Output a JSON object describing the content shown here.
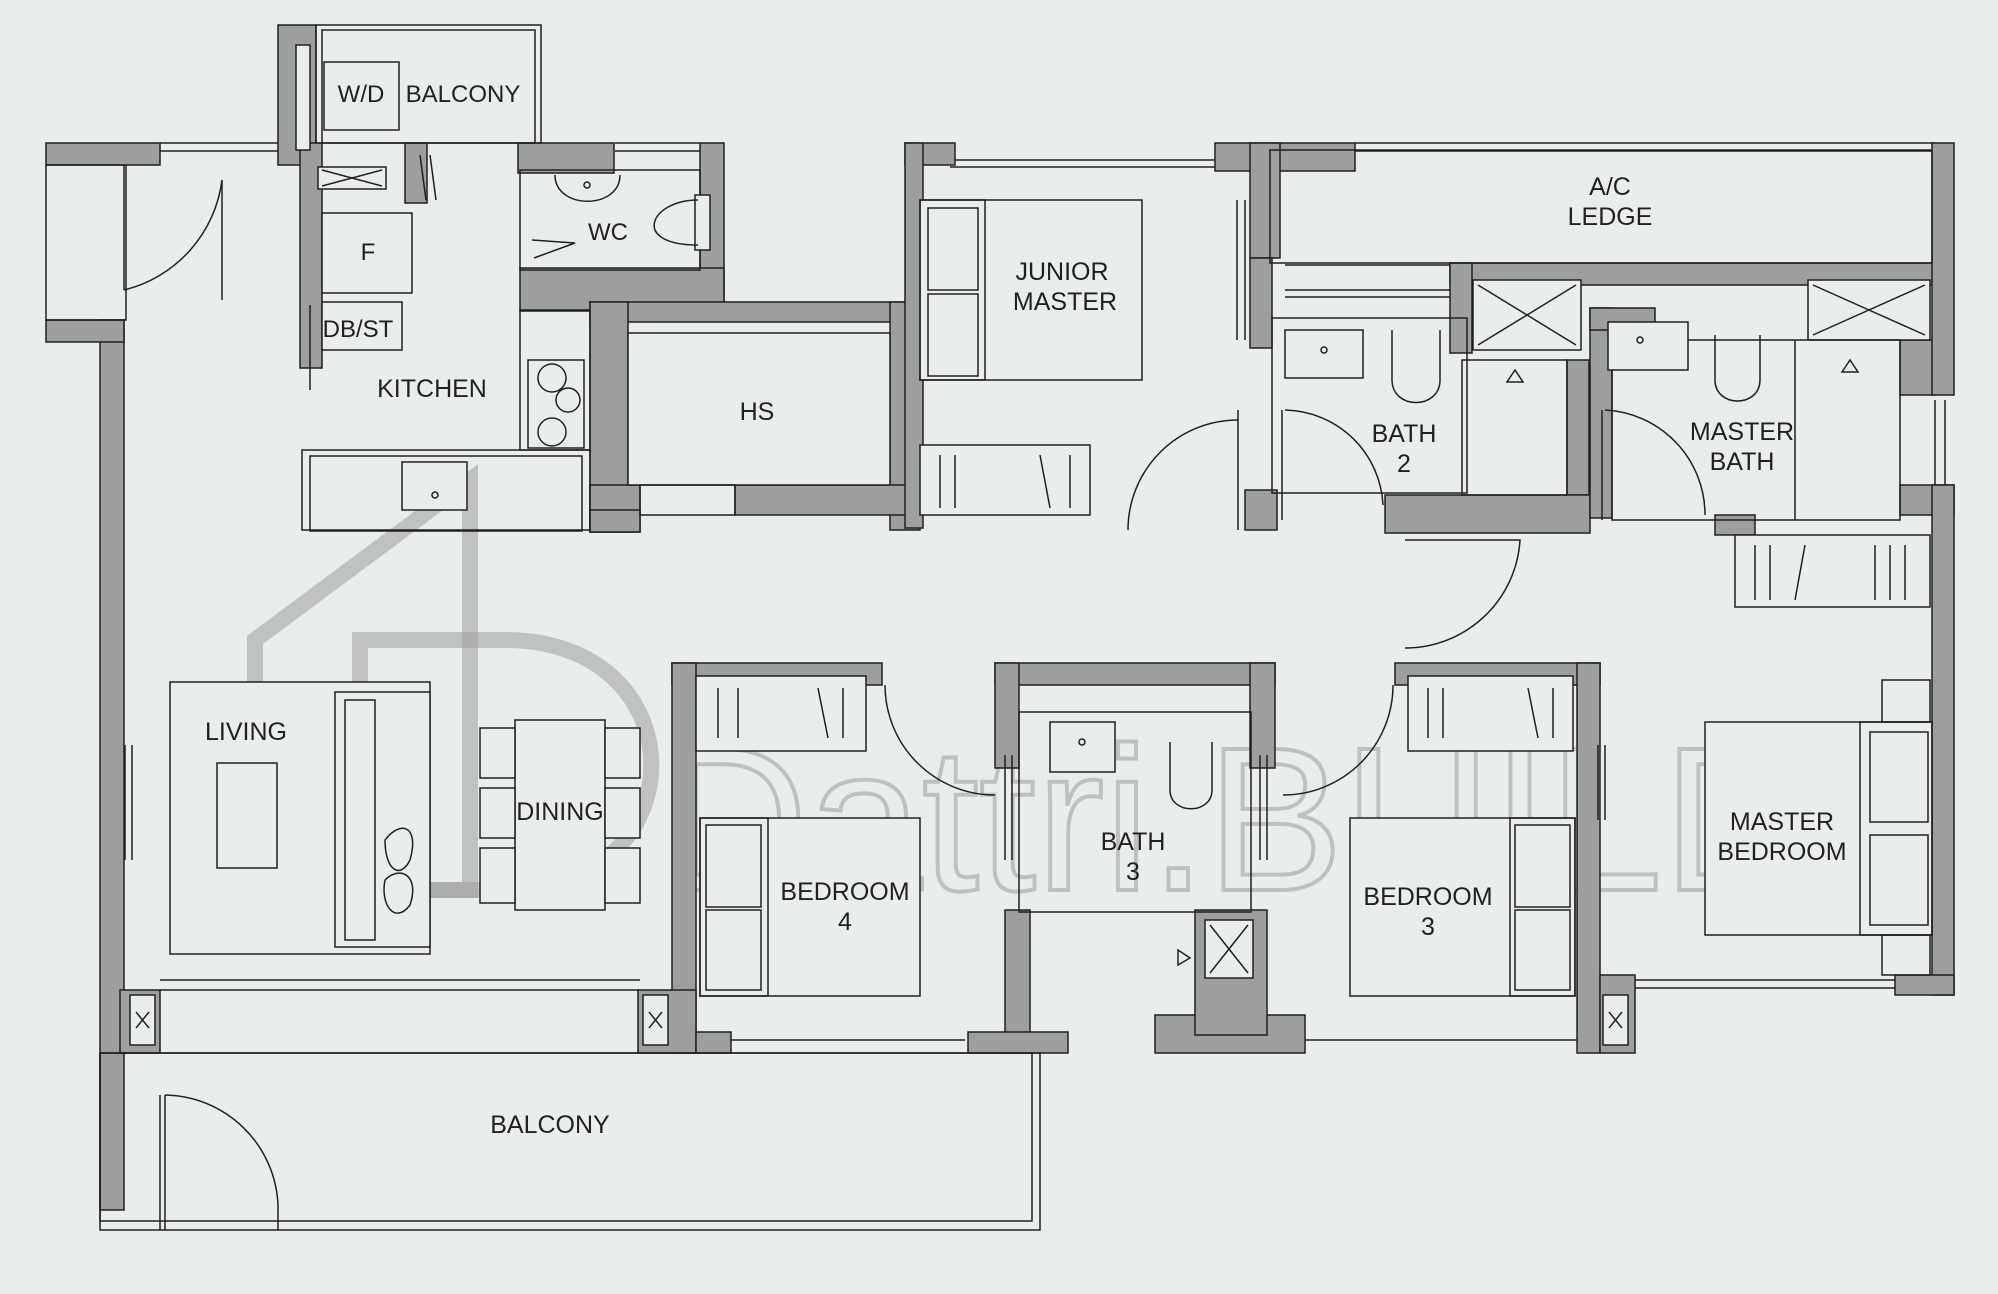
{
  "rooms": {
    "wd": "W/D",
    "balcony_small": "BALCONY",
    "wc": "WC",
    "fridge": "F",
    "dbst": "DB/ST",
    "kitchen": "KITCHEN",
    "hs": "HS",
    "junior_master_1": "JUNIOR",
    "junior_master_2": "MASTER",
    "ac_ledge_1": "A/C",
    "ac_ledge_2": "LEDGE",
    "bath2_1": "BATH",
    "bath2_2": "2",
    "master_bath_1": "MASTER",
    "master_bath_2": "BATH",
    "living": "LIVING",
    "dining": "DINING",
    "bedroom4_1": "BEDROOM",
    "bedroom4_2": "4",
    "bath3_1": "BATH",
    "bath3_2": "3",
    "bedroom3_1": "BEDROOM",
    "bedroom3_2": "3",
    "master_bedroom_1": "MASTER",
    "master_bedroom_2": "BEDROOM",
    "balcony": "BALCONY"
  },
  "watermark": "Dattri.BUILD",
  "colors": {
    "background": "#e9eeeb",
    "wall": "#9d9e9e",
    "line": "#231f20"
  }
}
